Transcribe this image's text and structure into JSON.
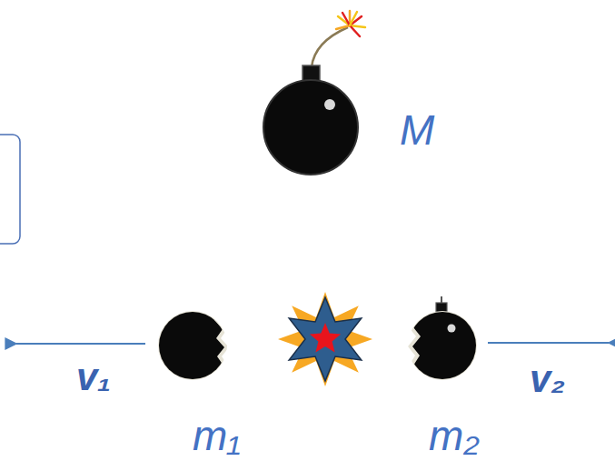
{
  "diagram": {
    "labels": [
      "M",
      "v₁",
      "v₂",
      "m₁",
      "m₂"
    ]
  }
}
